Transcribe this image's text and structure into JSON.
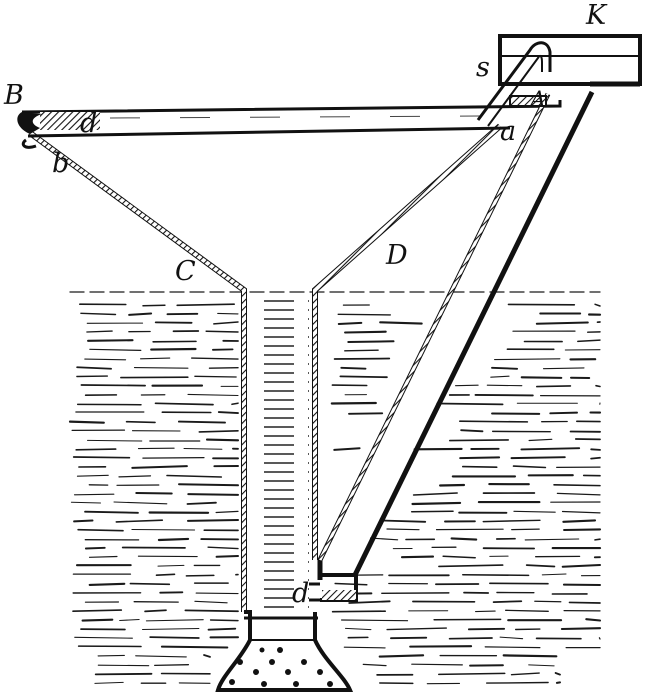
{
  "labels": {
    "k": "K",
    "s": "s",
    "b_upper": "B",
    "a_upper": "A",
    "d_top": "d",
    "b_lower": "b",
    "a_lower": "a",
    "c": "C",
    "d_upper": "D",
    "d_bottom": "d"
  },
  "colors": {
    "ink": "#111111",
    "water": "#1a1a1a",
    "background": "#ffffff"
  }
}
